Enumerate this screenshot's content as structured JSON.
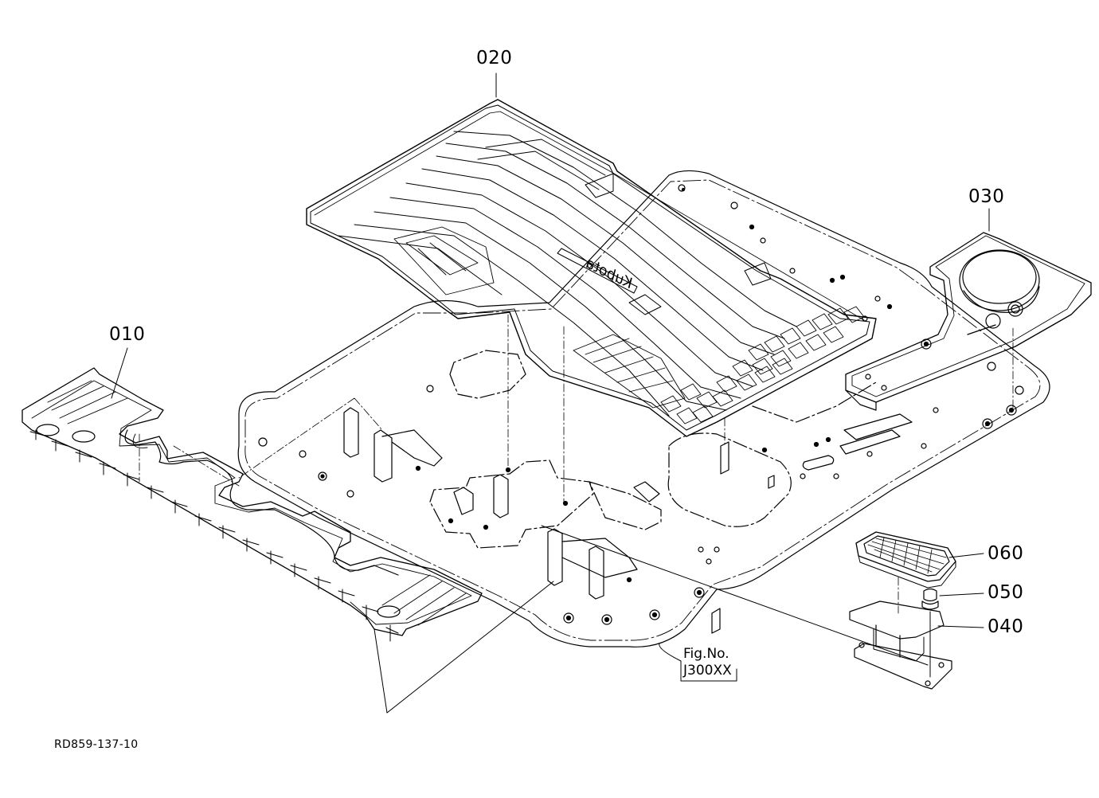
{
  "callouts": [
    {
      "id": "010",
      "text": "010"
    },
    {
      "id": "020",
      "text": "020"
    },
    {
      "id": "030",
      "text": "030"
    },
    {
      "id": "040",
      "text": "040"
    },
    {
      "id": "050",
      "text": "050"
    },
    {
      "id": "060",
      "text": "060"
    }
  ],
  "figure_ref": {
    "line1": "Fig.No.",
    "line2": "J300XX"
  },
  "drawing_code": "RD859-137-10",
  "mat_brand": "Kubota",
  "colors": {
    "line": "#000000",
    "background": "#ffffff"
  }
}
